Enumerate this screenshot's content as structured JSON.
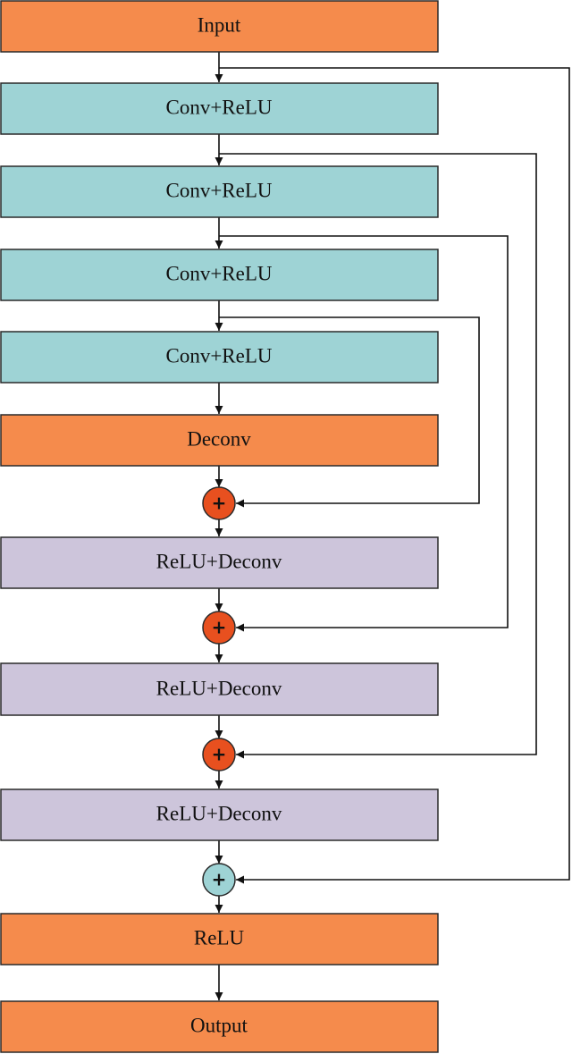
{
  "nodes": {
    "input": "Input",
    "conv1": "Conv+ReLU",
    "conv2": "Conv+ReLU",
    "conv3": "Conv+ReLU",
    "conv4": "Conv+ReLU",
    "deconv": "Deconv",
    "relu_deconv1": "ReLU+Deconv",
    "relu_deconv2": "ReLU+Deconv",
    "relu_deconv3": "ReLU+Deconv",
    "relu": "ReLU",
    "output": "Output"
  },
  "sum_symbol": "+",
  "colors": {
    "orange": "#f58b4c",
    "teal": "#9ed3d5",
    "lavender": "#cdc5db",
    "sum_red": "#e8501f",
    "sum_teal": "#9ed3d5"
  }
}
